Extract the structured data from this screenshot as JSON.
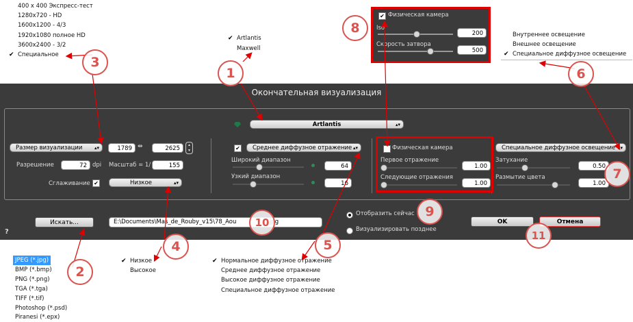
{
  "resolution_menu": {
    "items": [
      "400 x 400 Экспресс-тест",
      "1280x720 - HD",
      "1600x1200 - 4/3",
      "1920x1080 полное HD",
      "3600x2400 - 3/2",
      "Специальное"
    ],
    "checked_mark": "✔"
  },
  "engine_menu": {
    "items": [
      "Artlantis",
      "Maxwell"
    ],
    "checked_mark": "✔"
  },
  "camera_popup": {
    "checkbox_label": "Физическая камера",
    "iso_label": "Iso",
    "iso_value": "200",
    "shutter_label": "Скорость затвора",
    "shutter_value": "500"
  },
  "lighting_menu": {
    "items": [
      "Внутреннее освещение",
      "Внешнее освещение",
      "Специальное диффузное освещение"
    ],
    "checked_mark": "✔"
  },
  "dialog": {
    "title": "Окончательная визуализация",
    "engine_select": "Artlantis",
    "render_size_select": "Размер визуализации",
    "width": "1789",
    "height": "2625",
    "resolution_label": "Разрешение",
    "resolution_value": "72",
    "dpi_label": "dpi",
    "scale_label": "Масштаб = 1/",
    "scale_value": "155",
    "antialias_label": "Сглаживание",
    "antialias_select": "Низкое",
    "diffuse_select": "Среднее диффузное отражение",
    "wide_range_label": "Широкий диапазон",
    "wide_range_value": "64",
    "narrow_range_label": "Узкий диапазон",
    "narrow_range_value": "16",
    "physical_camera_label": "Физическая камера",
    "first_reflection_label": "Первое отражение",
    "first_reflection_value": "1.00",
    "next_reflections_label": "Следующие отражения",
    "next_reflections_value": "1.00",
    "lighting_select": "Специальное диффузное освещение",
    "attenuation_label": "Затухание",
    "attenuation_value": "0.50",
    "color_blur_label": "Размытие цвета",
    "color_blur_value": "1.00",
    "browse_button": "Искать...",
    "file_path": "E:\\Documents\\Mas_de_Rouby_v15\\78_Aou",
    "file_path_suffix": ".jpg",
    "render_now": "Отобразить сейчас",
    "render_later": "Визуализировать позднее",
    "ok_button": "OK",
    "cancel_button": "Отмена",
    "help": "?"
  },
  "format_menu": {
    "items": [
      "JPEG (*.jpg)",
      "BMP (*.bmp)",
      "PNG (*.png)",
      "TGA (*.tga)",
      "TIFF (*.tif)",
      "Photoshop (*.psd)",
      "Piranesi (*.epx)"
    ]
  },
  "antialias_menu": {
    "items": [
      "Низкое",
      "Высокое"
    ],
    "checked_mark": "✔"
  },
  "diffuse_menu": {
    "items": [
      "Нормальное диффузное отражение",
      "Среднее диффузное отражение",
      "Высокое диффузное отражение",
      "Специальное диффузное отражение"
    ],
    "checked_mark": "✔"
  },
  "callouts": [
    "1",
    "2",
    "3",
    "4",
    "5",
    "6",
    "7",
    "8",
    "9",
    "10",
    "11"
  ],
  "colors": {
    "callout": "#d9534f",
    "highlight_box": "#e00000",
    "dialog_bg": "#3b3b3b",
    "selection": "#3399ff"
  }
}
